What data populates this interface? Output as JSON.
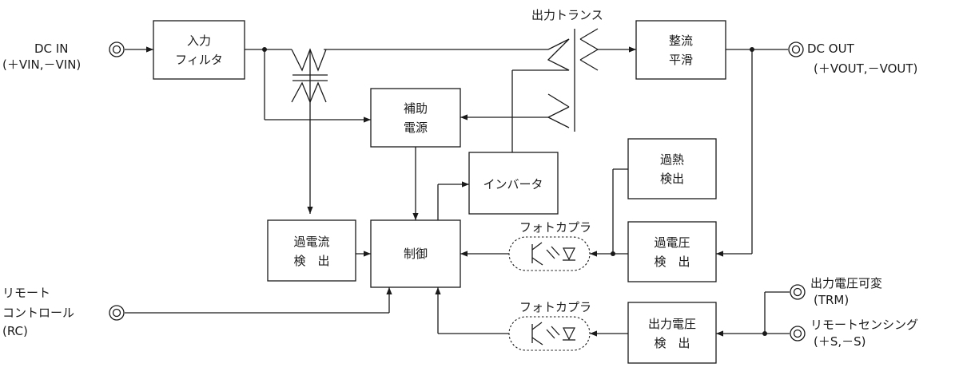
{
  "terminals": {
    "dc_in": {
      "label": "DC IN",
      "sub": "(＋VIN,－VIN)"
    },
    "dc_out": {
      "label": "DC OUT",
      "sub": "(＋VOUT,－VOUT)"
    },
    "remote_control": {
      "line1": "リモート",
      "line2": "コントロール",
      "sub": "(RC)"
    },
    "trm": {
      "label": "出力電圧可変",
      "sub": "(TRM)"
    },
    "sensing": {
      "label": "リモートセンシング",
      "sub": "(＋S,－S)"
    }
  },
  "blocks": {
    "input_filter": {
      "line1": "入力",
      "line2": "フィルタ"
    },
    "rectifier": {
      "line1": "整流",
      "line2": "平滑"
    },
    "aux_power": {
      "line1": "補助",
      "line2": "電源"
    },
    "inverter": {
      "line1": "インバータ"
    },
    "overheat": {
      "line1": "過熱",
      "line2": "検出"
    },
    "overcurrent": {
      "line1": "過電流",
      "line2": "検　出"
    },
    "control": {
      "line1": "制御"
    },
    "overvoltage": {
      "line1": "過電圧",
      "line2": "検　出"
    },
    "output_voltage_detect": {
      "line1": "出力電圧",
      "line2": "検　出"
    }
  },
  "labels": {
    "output_transformer": "出力トランス",
    "photocoupler_top": "フォトカプラ",
    "photocoupler_bottom": "フォトカプラ"
  }
}
